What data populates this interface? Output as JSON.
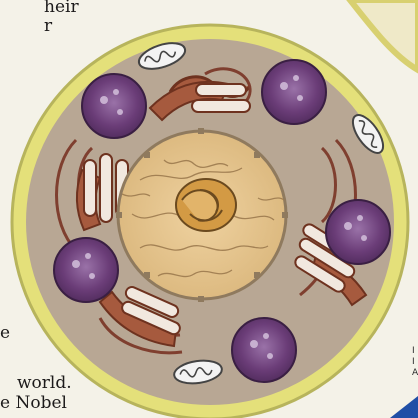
{
  "left_text_lines": [
    "heir",
    "r",
    "e",
    "world.",
    "e Nobel"
  ],
  "right_caption_lines": [
    "I",
    "I",
    "A"
  ],
  "illustration": {
    "subject": "cell cross-section",
    "colors": {
      "background": "#f4f2e8",
      "cell_membrane": "#e4e07a",
      "cytoplasm": "#b8a794",
      "nucleus": "#e8c890",
      "nucleolus": "#d39a44",
      "organelle_purple": "#6b3d78",
      "organelle_brown": "#a65a3e",
      "mitochondria": "#f3f3f3"
    }
  }
}
